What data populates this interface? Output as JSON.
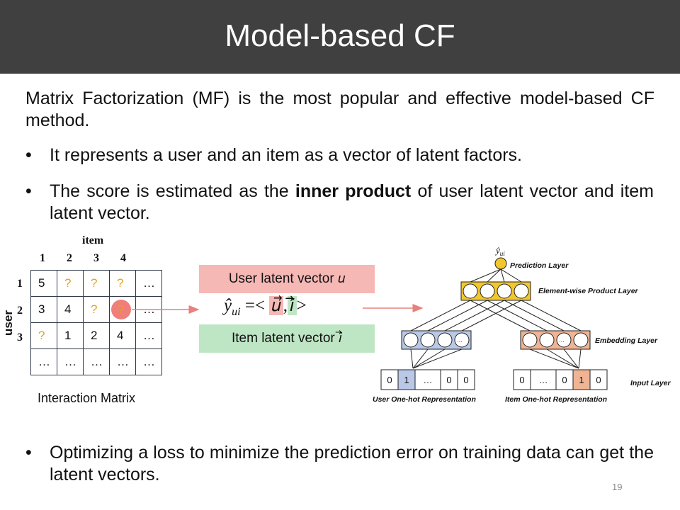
{
  "slide": {
    "title": "Model-based CF",
    "intro": "Matrix Factorization (MF) is the most popular and effective model-based CF method.",
    "bullets": [
      {
        "pre": "It represents a user and an item as a vector of latent factors.",
        "bold": "",
        "post": ""
      },
      {
        "pre": "The score is estimated as the ",
        "bold": "inner product",
        "post": " of user latent vector and item latent vector."
      },
      {
        "pre": "Optimizing a loss to minimize the prediction error on training data can get the latent vectors.",
        "bold": "",
        "post": ""
      }
    ],
    "bullet_symbol": "•",
    "page_number": "19"
  },
  "matrix": {
    "item_label": "item",
    "user_label": "user",
    "col_headers": [
      "1",
      "2",
      "3",
      "4"
    ],
    "row_headers": [
      "1",
      "2",
      "3"
    ],
    "rows": [
      [
        "5",
        "?",
        "?",
        "?",
        "…"
      ],
      [
        "3",
        "4",
        "?",
        "?",
        "…"
      ],
      [
        "?",
        "1",
        "2",
        "4",
        "…"
      ],
      [
        "…",
        "…",
        "…",
        "…",
        "…"
      ]
    ],
    "caption": "Interaction Matrix"
  },
  "latent": {
    "user_box": "User latent vector 𝑢",
    "item_box": "Item latent vector 𝑖⃗",
    "formula_lhs": "ŷ",
    "formula_sub": "ui",
    "formula_eq": " =< ",
    "formula_u": "𝑢⃗",
    "formula_comma": ",",
    "formula_i": "𝑖⃗",
    "formula_end": ">"
  },
  "network": {
    "output_label": "ŷ",
    "output_sub": "ui",
    "layers": [
      "Prediction Layer",
      "Element-wise Product Layer",
      "Embedding Layer",
      "Input Layer"
    ],
    "embedding_ellipsis": "…",
    "user_onehot": [
      "0",
      "1",
      "…",
      "0",
      "0"
    ],
    "item_onehot": [
      "0",
      "…",
      "0",
      "1",
      "0"
    ],
    "user_onehot_label": "User One-hot Representation",
    "item_onehot_label": "Item One-hot Representation",
    "colors": {
      "product": "#f2c72e",
      "user_embed": "#b9c8e6",
      "item_embed": "#f0b494",
      "user_hot": "#b9c8e6",
      "item_hot": "#f0b494"
    }
  }
}
